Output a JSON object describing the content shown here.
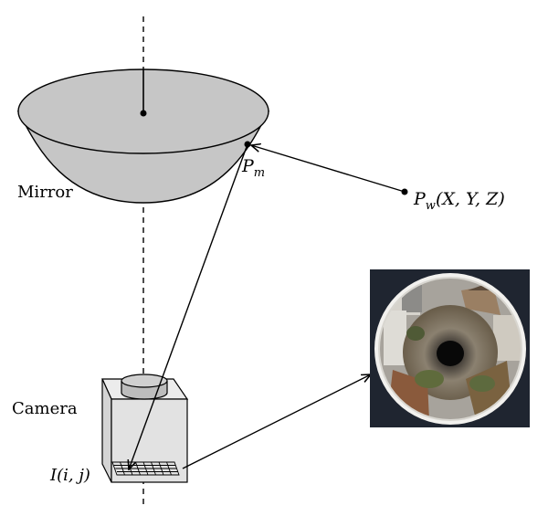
{
  "labels": {
    "mirror": "Mirror",
    "camera": "Camera",
    "pm_main": "P",
    "pm_sub": "m",
    "pw_main": "P",
    "pw_sub": "w",
    "pw_args": "(X, Y, Z)",
    "image_point": "I(i, j)"
  },
  "colors": {
    "mirror_fill": "#c6c6c6",
    "camera_fill": "#e2e2e2",
    "photo_frame": "#1f2530",
    "ground": "#6e6454",
    "sky": "#f2f1ee"
  }
}
